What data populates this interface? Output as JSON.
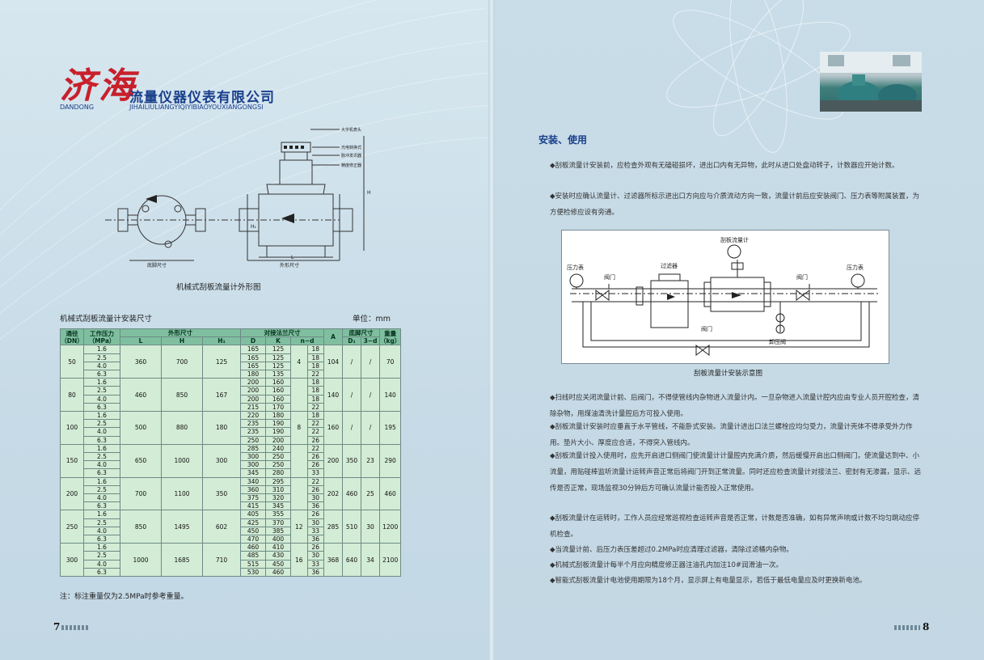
{
  "logo": {
    "brand": "济海",
    "company_cn": "流量仪器仪表有限公司",
    "en_left": "DANDONG",
    "en_right": "JIHAILIULIANGYIQIYIBIAOYOUXIANGONGSI"
  },
  "left_page": {
    "drawing_labels": {
      "top_label": "大字机表头",
      "label_2": "光电转换式",
      "label_3": "脉冲发讯器",
      "label_4": "精度修正器",
      "base_size": "底脚尺寸",
      "outline_size": "外形尺寸",
      "L": "L",
      "H": "H",
      "H1": "H₁"
    },
    "drawing_caption": "机械式刮板流量计外形图",
    "table_title": "机械式刮板流量计安装尺寸",
    "unit": "单位：mm",
    "table_headers": {
      "dn": "通径（DN）",
      "pressure": "工作压力（MPa）",
      "outline": "外形尺寸",
      "flange": "对接法兰尺寸",
      "a": "A",
      "base": "底脚尺寸",
      "weight": "重量（kg）",
      "sub_L": "L",
      "sub_H": "H",
      "sub_H1": "H₁",
      "sub_D": "D",
      "sub_K": "K",
      "sub_nd": "n−d",
      "sub_D1": "D₁",
      "sub_3d": "3−d"
    },
    "table_rows": [
      {
        "dn": "50",
        "p": [
          "1.6",
          "2.5",
          "4.0",
          "6.3"
        ],
        "L": "360",
        "H": "700",
        "H1": "125",
        "D": [
          "165",
          "165",
          "165",
          "180"
        ],
        "K": [
          "125",
          "125",
          "125",
          "135"
        ],
        "n": "4",
        "d": [
          "18",
          "18",
          "18",
          "22"
        ],
        "A": "104",
        "D1": "/",
        "d3": "/",
        "w": "70"
      },
      {
        "dn": "80",
        "p": [
          "1.6",
          "2.5",
          "4.0",
          "6.3"
        ],
        "L": "460",
        "H": "850",
        "H1": "167",
        "D": [
          "200",
          "200",
          "200",
          "215"
        ],
        "K": [
          "160",
          "160",
          "160",
          "170"
        ],
        "n": "",
        "d": [
          "18",
          "18",
          "18",
          "22"
        ],
        "A": "140",
        "D1": "/",
        "d3": "/",
        "w": "140"
      },
      {
        "dn": "100",
        "p": [
          "1.6",
          "2.5",
          "4.0",
          "6.3"
        ],
        "L": "500",
        "H": "880",
        "H1": "180",
        "D": [
          "220",
          "235",
          "235",
          "250"
        ],
        "K": [
          "180",
          "190",
          "190",
          "200"
        ],
        "n": "8",
        "d": [
          "18",
          "22",
          "22",
          "26"
        ],
        "A": "160",
        "D1": "/",
        "d3": "/",
        "w": "195"
      },
      {
        "dn": "150",
        "p": [
          "1.6",
          "2.5",
          "4.0",
          "6.3"
        ],
        "L": "650",
        "H": "1000",
        "H1": "300",
        "D": [
          "285",
          "300",
          "300",
          "345"
        ],
        "K": [
          "240",
          "250",
          "250",
          "280"
        ],
        "n": "",
        "d": [
          "22",
          "26",
          "26",
          "33"
        ],
        "A": "200",
        "D1": "350",
        "d3": "23",
        "w": "290"
      },
      {
        "dn": "200",
        "p": [
          "1.6",
          "2.5",
          "4.0",
          "6.3"
        ],
        "L": "700",
        "H": "1100",
        "H1": "350",
        "D": [
          "340",
          "360",
          "375",
          "415"
        ],
        "K": [
          "295",
          "310",
          "320",
          "345"
        ],
        "n": "",
        "d": [
          "22",
          "26",
          "30",
          "36"
        ],
        "A": "202",
        "D1": "460",
        "d3": "25",
        "w": "460"
      },
      {
        "dn": "250",
        "p": [
          "1.6",
          "2.5",
          "4.0",
          "6.3"
        ],
        "L": "850",
        "H": "1495",
        "H1": "602",
        "D": [
          "405",
          "425",
          "450",
          "470"
        ],
        "K": [
          "355",
          "370",
          "385",
          "400"
        ],
        "n": "12",
        "d": [
          "26",
          "30",
          "33",
          "36"
        ],
        "A": "285",
        "D1": "510",
        "d3": "30",
        "w": "1200"
      },
      {
        "dn": "300",
        "p": [
          "1.6",
          "2.5",
          "4.0",
          "6.3"
        ],
        "L": "1000",
        "H": "1685",
        "H1": "710",
        "D": [
          "460",
          "485",
          "515",
          "530"
        ],
        "K": [
          "410",
          "430",
          "450",
          "460"
        ],
        "n": "16",
        "d": [
          "26",
          "30",
          "33",
          "36"
        ],
        "A": "368",
        "D1": "640",
        "d3": "34",
        "w": "2100"
      }
    ],
    "note": "注：标注重量仅为2.5MPa时参考重量。",
    "page_number": "7"
  },
  "right_page": {
    "section_title": "安装、使用",
    "para1": "◆刮板流量计安装前，应检查外观有无磕碰损坏，进出口内有无异物，此时从进口处盘动转子，计数器应开始计数。",
    "para2": "◆安装时应确认流量计、过滤器所标示进出口方向应与介质流动方向一致，流量计前后应安装阀门、压力表等附属装置，为方便检修应设有旁通。",
    "diagram_labels": {
      "meter": "刮板流量计",
      "gauge_left": "压力表",
      "filter": "过滤器",
      "valve_left": "阀门",
      "valve_right": "阀门",
      "gauge_right": "压力表",
      "valve_bottom": "阀门",
      "relief_valve": "卸压阀"
    },
    "diagram_caption": "刮板流量计安装示意图",
    "bullets": [
      "◆扫线时应关闭流量计前、后阀门，不得使管线内杂物进入流量计内。一旦杂物进入流量计腔内应由专业人员开腔检查，清除杂物，用煤油清洗计量腔后方可投入使用。",
      "◆刮板流量计安装时应垂直于水平管线，不能卧式安装。流量计进出口法兰螺栓应均匀受力，流量计壳体不得承受外力作用。垫片大小、厚度应合适，不得突入管线内。",
      "◆刮板流量计投入使用时，应先开启进口侧阀门使流量计计量腔内充满介质，然后缓慢开启出口侧阀门，使流量达到中、小流量，用贴碰棒监听流量计运转声音正常后将阀门开到正常流量。同时还应检查流量计对接法兰、密封有无渗漏，显示、远传是否正常，现场监视30分钟后方可确认流量计能否投入正常使用。",
      "◆刮板流量计在运转时，工作人员应经常巡视检查运转声音是否正常，计数是否准确，如有异常声响或计数不均匀跳动应停机检查。",
      "◆当流量计前、后压力表压差超过0.2MPa时应清理过滤器，清除过滤桶内杂物。",
      "◆机械式刮板流量计每半个月应向精度修正器注油孔内加注10#润滑油一次。",
      "◆智能式刮板流量计电池使用期限为18个月，显示屏上有电量显示，若低于最低电量应及时更换新电池。"
    ],
    "page_number": "8"
  }
}
